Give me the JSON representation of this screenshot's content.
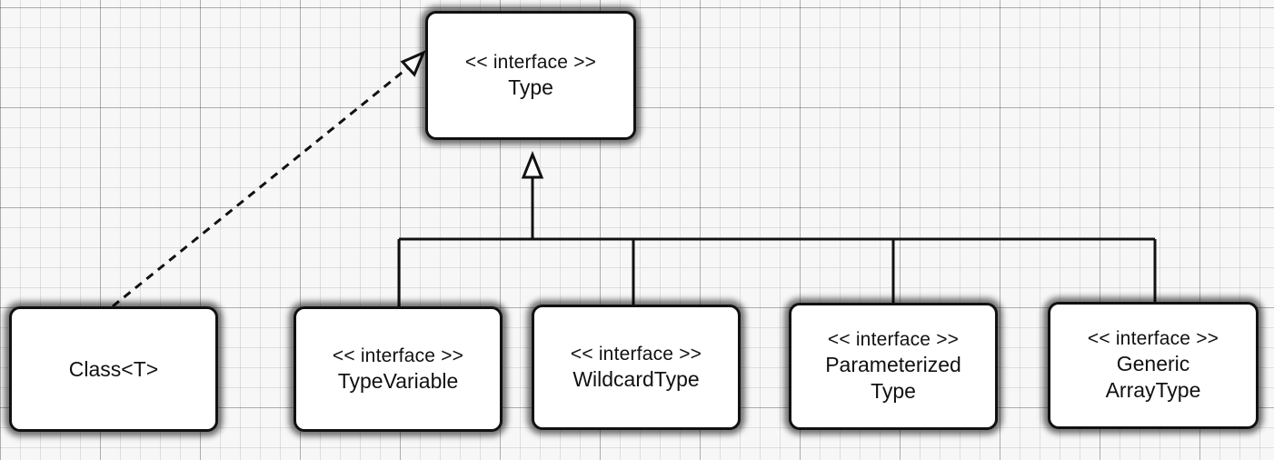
{
  "diagram": {
    "nodes": [
      {
        "id": "type",
        "stereotype": "<< interface >>",
        "name": "Type"
      },
      {
        "id": "class",
        "stereotype": "",
        "name": "Class<T>"
      },
      {
        "id": "typevariable",
        "stereotype": "<< interface >>",
        "name": "TypeVariable"
      },
      {
        "id": "wildcardtype",
        "stereotype": "<< interface >>",
        "name": "WildcardType"
      },
      {
        "id": "parameterizedtype",
        "stereotype": "<< interface >>",
        "name": "Parameterized Type"
      },
      {
        "id": "genericarraytype",
        "stereotype": "<< interface >>",
        "name": "Generic ArrayType"
      }
    ],
    "relations": [
      {
        "from": "class",
        "to": "type",
        "kind": "realization",
        "line": "dashed"
      },
      {
        "from": "typevariable",
        "to": "type",
        "kind": "generalization",
        "line": "solid"
      },
      {
        "from": "wildcardtype",
        "to": "type",
        "kind": "generalization",
        "line": "solid"
      },
      {
        "from": "parameterizedtype",
        "to": "type",
        "kind": "generalization",
        "line": "solid"
      },
      {
        "from": "genericarraytype",
        "to": "type",
        "kind": "generalization",
        "line": "solid"
      }
    ]
  }
}
